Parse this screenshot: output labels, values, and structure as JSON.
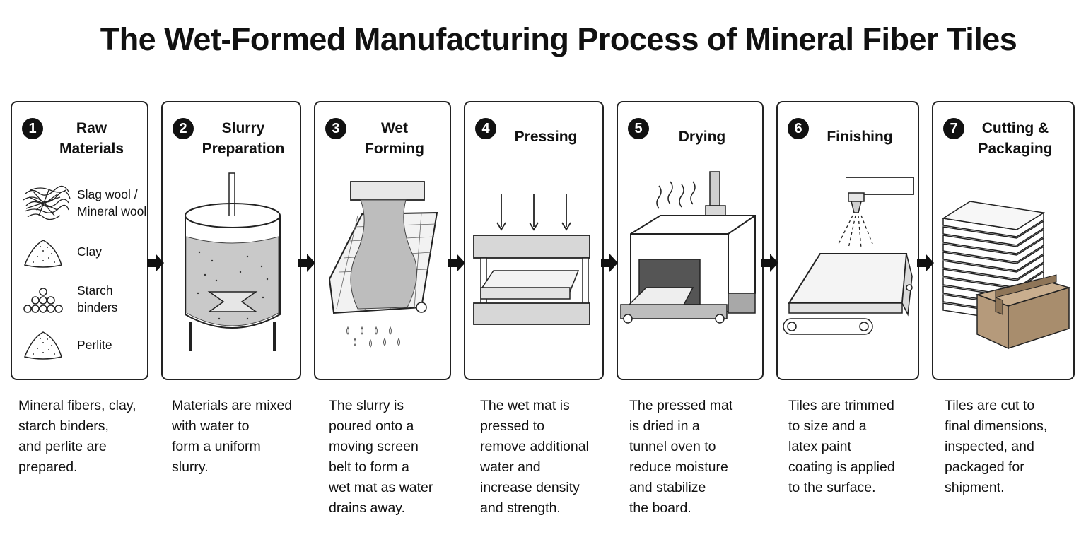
{
  "title": "The Wet-Formed Manufacturing Process of Mineral Fiber Tiles",
  "steps": [
    {
      "number": "1",
      "title_lines": [
        "Raw",
        "Materials"
      ],
      "materials": [
        {
          "lines": [
            "Slag wool /",
            "Mineral wool"
          ],
          "icon": "fiber-wool-icon"
        },
        {
          "lines": [
            "Clay"
          ],
          "icon": "clay-pile-icon"
        },
        {
          "lines": [
            "Starch",
            "binders"
          ],
          "icon": "starch-granules-icon"
        },
        {
          "lines": [
            "Perlite"
          ],
          "icon": "perlite-pile-icon"
        }
      ],
      "description_lines": [
        "Mineral fibers, clay,",
        "starch binders,",
        "and perlite are",
        "prepared."
      ]
    },
    {
      "number": "2",
      "title_lines": [
        "Slurry",
        "Preparation"
      ],
      "icon": "mixing-tank-icon",
      "description_lines": [
        "Materials are mixed",
        "with water to",
        "form a uniform",
        "slurry."
      ]
    },
    {
      "number": "3",
      "title_lines": [
        "Wet",
        "Forming"
      ],
      "icon": "screen-belt-icon",
      "description_lines": [
        "The slurry is",
        "poured onto a",
        "moving screen",
        "belt to form a",
        "wet mat as water",
        "drains away."
      ]
    },
    {
      "number": "4",
      "title_lines": [
        "Pressing"
      ],
      "icon": "press-icon",
      "description_lines": [
        "The wet mat is",
        "pressed to",
        "remove additional",
        "water and",
        "increase density",
        "and strength."
      ]
    },
    {
      "number": "5",
      "title_lines": [
        "Drying"
      ],
      "icon": "tunnel-oven-icon",
      "description_lines": [
        "The pressed mat",
        "is dried in a",
        "tunnel oven to",
        "reduce moisture",
        "and stabilize",
        "the board."
      ]
    },
    {
      "number": "6",
      "title_lines": [
        "Finishing"
      ],
      "icon": "spray-coating-icon",
      "description_lines": [
        "Tiles are trimmed",
        "to size and a",
        "latex paint",
        "coating is applied",
        "to the surface."
      ]
    },
    {
      "number": "7",
      "title_lines": [
        "Cutting &",
        "Packaging"
      ],
      "icon": "tile-stack-box-icon",
      "description_lines": [
        "Tiles are cut to",
        "final dimensions,",
        "inspected, and",
        "packaged for",
        "shipment."
      ]
    }
  ],
  "colors": {
    "ink": "#111111",
    "box": "#b59a7b",
    "slurry": "#c9c9c9"
  }
}
